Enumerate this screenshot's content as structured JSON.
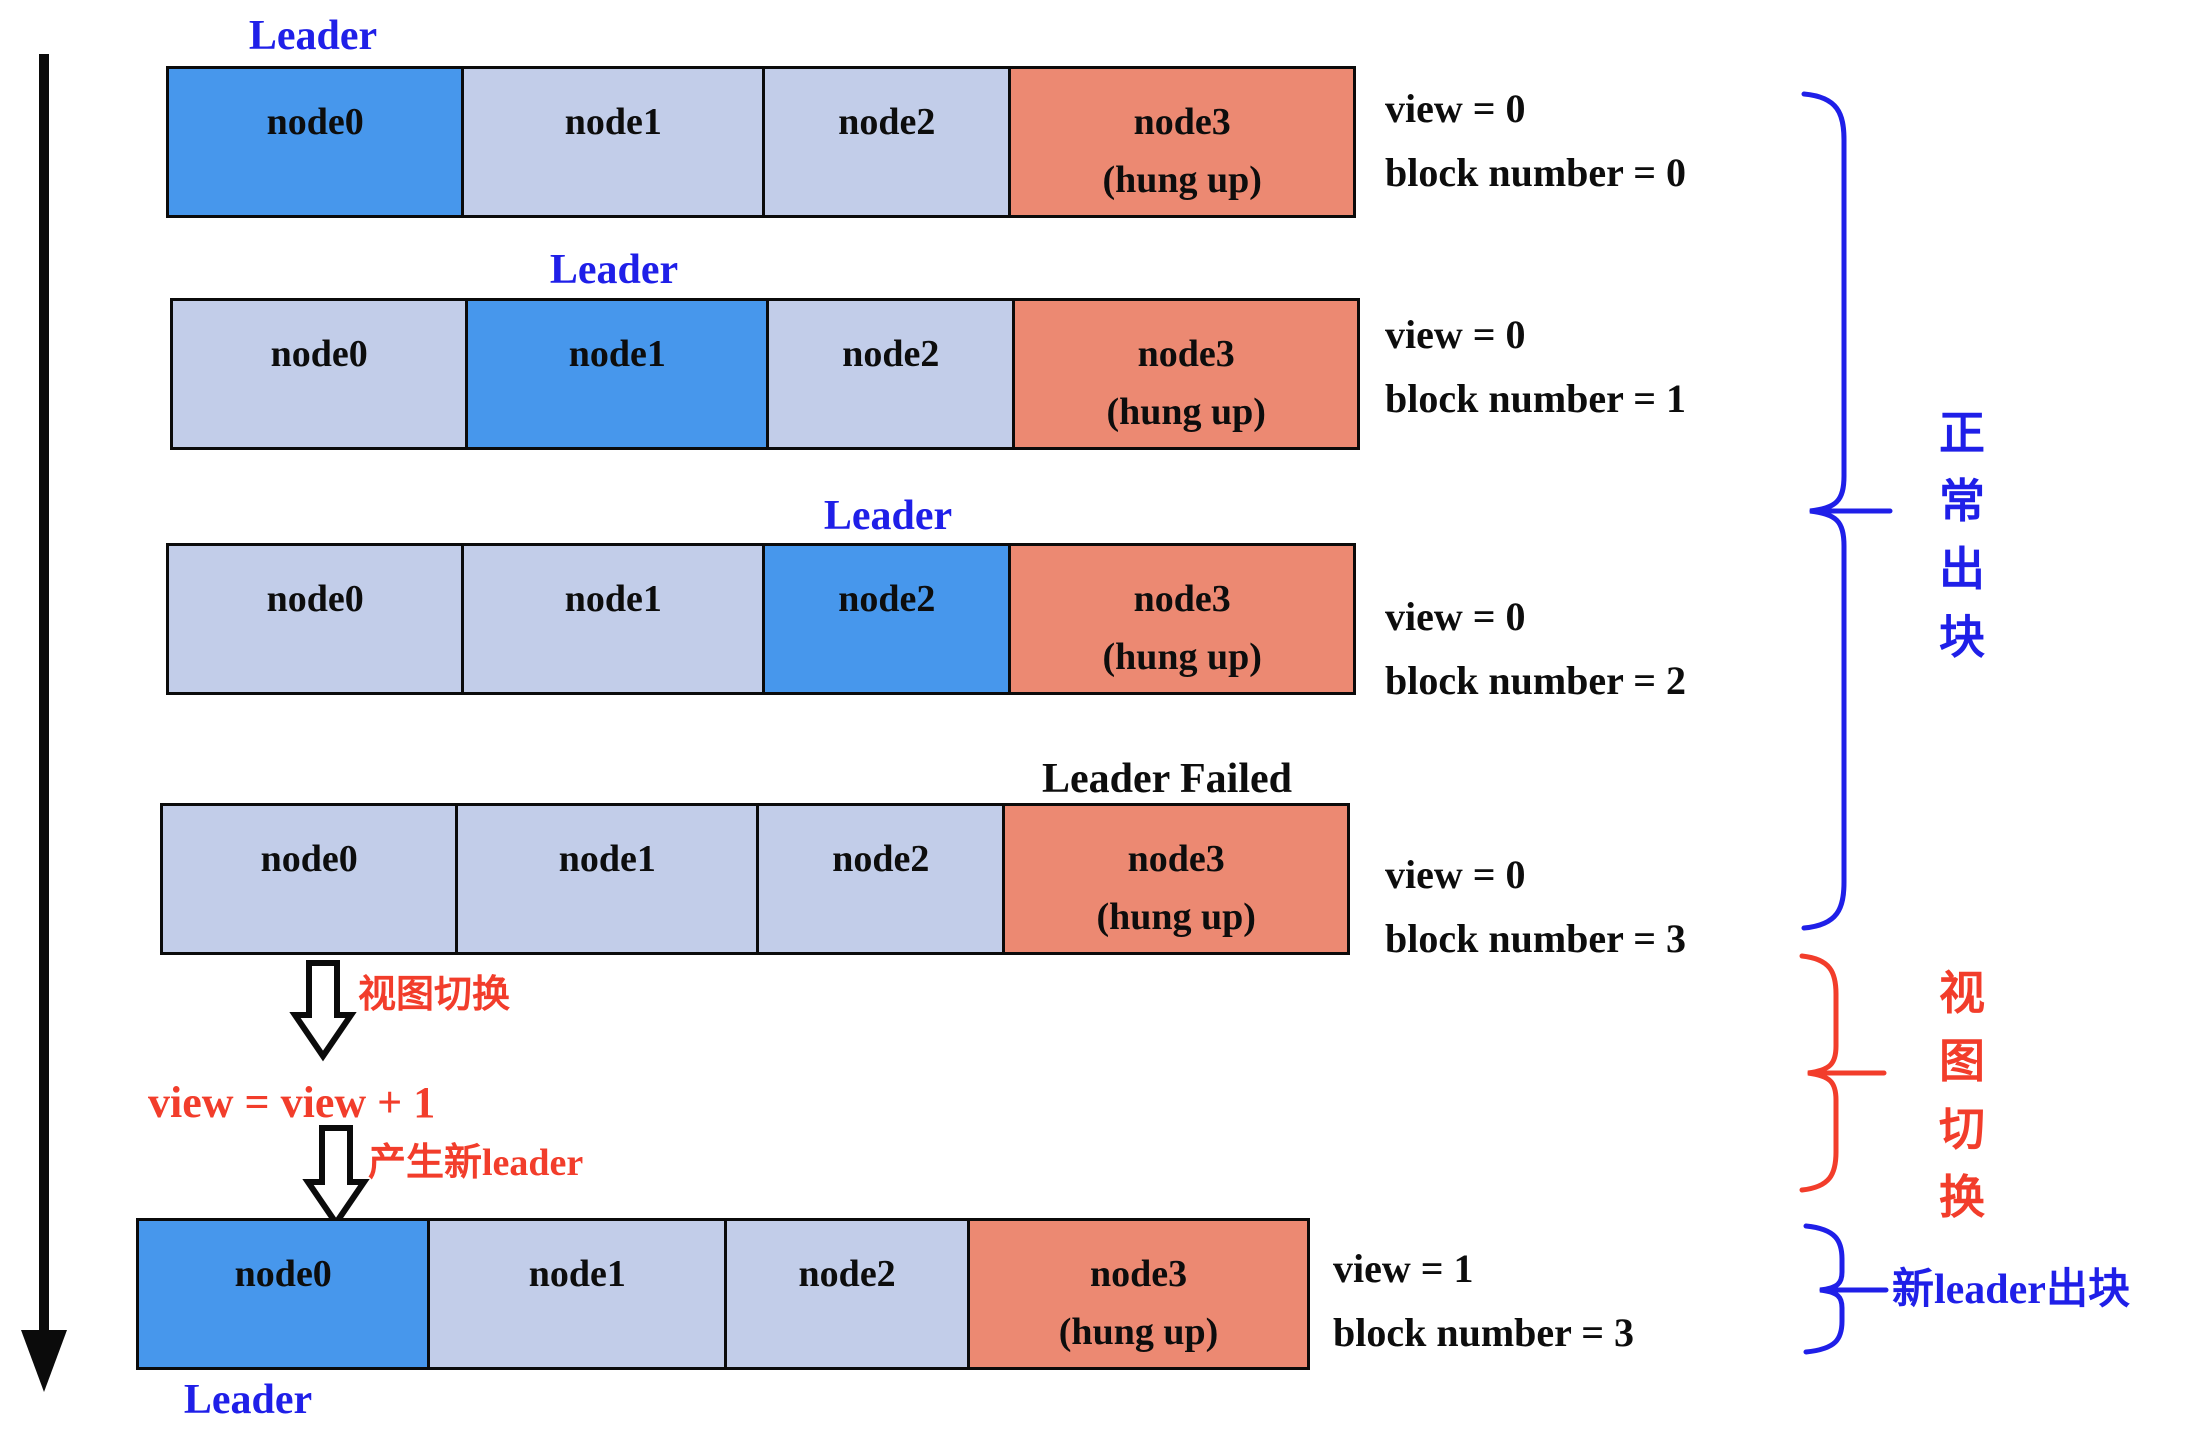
{
  "colors": {
    "leader_blue": "#4797EC",
    "node_lavender": "#C2CDE9",
    "node_salmon": "#EC8972",
    "label_blue": "#1F1FE8",
    "label_red": "#F23D2B",
    "arrow_black": "#0b0b0b"
  },
  "rows": [
    {
      "leader_label": "Leader",
      "cells": [
        {
          "label": "node0"
        },
        {
          "label": "node1"
        },
        {
          "label": "node2"
        },
        {
          "label": "node3",
          "sublabel": "(hung up)"
        }
      ],
      "view_text": "view = 0",
      "block_text": "block number = 0"
    },
    {
      "leader_label": "Leader",
      "cells": [
        {
          "label": "node0"
        },
        {
          "label": "node1"
        },
        {
          "label": "node2"
        },
        {
          "label": "node3",
          "sublabel": "(hung up)"
        }
      ],
      "view_text": "view = 0",
      "block_text": "block number = 1"
    },
    {
      "leader_label": "Leader",
      "cells": [
        {
          "label": "node0"
        },
        {
          "label": "node1"
        },
        {
          "label": "node2"
        },
        {
          "label": "node3",
          "sublabel": "(hung up)"
        }
      ],
      "view_text": "view = 0",
      "block_text": "block number = 2"
    },
    {
      "leader_label": "Leader Failed",
      "cells": [
        {
          "label": "node0"
        },
        {
          "label": "node1"
        },
        {
          "label": "node2"
        },
        {
          "label": "node3",
          "sublabel": "(hung up)"
        }
      ],
      "view_text": "view = 0",
      "block_text": "block number = 3"
    },
    {
      "leader_label": "Leader",
      "cells": [
        {
          "label": "node0"
        },
        {
          "label": "node1"
        },
        {
          "label": "node2"
        },
        {
          "label": "node3",
          "sublabel": "(hung up)"
        }
      ],
      "view_text": "view = 1",
      "block_text": "block number = 3"
    }
  ],
  "transition": {
    "step1_label": "视图切换",
    "formula": "view = view + 1",
    "step2_label": "产生新leader"
  },
  "brackets": {
    "normal_blocks": "正常出块",
    "view_switch": "视图切换",
    "new_leader_blocks": "新leader出块"
  }
}
